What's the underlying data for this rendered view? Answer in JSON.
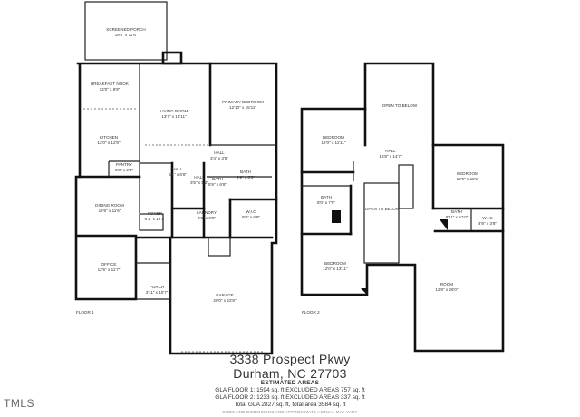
{
  "floor1": {
    "label": "FLOOR 1",
    "rooms": [
      {
        "key": "screened_porch",
        "name": "SCREENED PORCH",
        "dims": "19'6\" x 11'6\""
      },
      {
        "key": "breakfast_nook",
        "name": "BREAKFAST NOOK",
        "dims": "12'0\" x 8'9\""
      },
      {
        "key": "living_room",
        "name": "LIVING ROOM",
        "dims": "13'7\" x 18'11\""
      },
      {
        "key": "primary_bedroom",
        "name": "PRIMARY BEDROOM",
        "dims": "12'10\" x 15'11\""
      },
      {
        "key": "kitchen",
        "name": "KITCHEN",
        "dims": "12'0\" x 12'8\""
      },
      {
        "key": "hall_small",
        "name": "HALL",
        "dims": "3'4\" x 3'8\""
      },
      {
        "key": "pantry",
        "name": "PANTRY",
        "dims": "5'8\" x 2'3\""
      },
      {
        "key": "hall_center",
        "name": "HALL",
        "dims": "5'1\" x 6'6\""
      },
      {
        "key": "bath",
        "name": "BATH",
        "dims": "9'9\" x 5'5\""
      },
      {
        "key": "hall_lower",
        "name": "HALL",
        "dims": "3'5\" x 5'2\""
      },
      {
        "key": "bath_small",
        "name": "BATH",
        "dims": "5'9\" x 6'8\""
      },
      {
        "key": "dining_room",
        "name": "DINING ROOM",
        "dims": "12'6\" x 11'6\""
      },
      {
        "key": "foyer",
        "name": "FOYER",
        "dims": "6'1\" x 19'1\""
      },
      {
        "key": "laundry",
        "name": "LAUNDRY",
        "dims": "6'6\" x 8'5\""
      },
      {
        "key": "wic",
        "name": "W.I.C",
        "dims": "9'9\" x 6'9\""
      },
      {
        "key": "office",
        "name": "OFFICE",
        "dims": "12'6\" x 11'7\""
      },
      {
        "key": "porch",
        "name": "PORCH",
        "dims": "3'11\" x 10'7\""
      },
      {
        "key": "garage",
        "name": "GARAGE",
        "dims": "20'0\" x 22'8\""
      }
    ]
  },
  "floor2": {
    "label": "FLOOR 2",
    "rooms": [
      {
        "key": "open_below_top",
        "name": "OPEN TO BELOW",
        "dims": ""
      },
      {
        "key": "bedroom_a",
        "name": "BEDROOM",
        "dims": "12'0\" x 11'11\""
      },
      {
        "key": "hall",
        "name": "HALL",
        "dims": "16'8\" x 14'7\""
      },
      {
        "key": "bedroom_b",
        "name": "BEDROOM",
        "dims": "12'9\" x 11'5\""
      },
      {
        "key": "bath",
        "name": "BATH",
        "dims": "8'0\" x 7'6\""
      },
      {
        "key": "open_below_mid",
        "name": "OPEN TO BELOW",
        "dims": ""
      },
      {
        "key": "bath_b",
        "name": "BATH",
        "dims": "8'11\" x 5'10\""
      },
      {
        "key": "wic",
        "name": "W.I.C",
        "dims": "4'9\" x 3'8\""
      },
      {
        "key": "bedroom_c",
        "name": "BEDROOM",
        "dims": "12'0\" x 13'11\""
      },
      {
        "key": "room",
        "name": "ROOM",
        "dims": "12'8\" x 28'0\""
      }
    ]
  },
  "address": {
    "line1": "3338 Prospect Pkwy",
    "line2": "Durham, NC  27703"
  },
  "estimated": {
    "title": "ESTIMATED AREAS",
    "line1": "GLA FLOOR 1: 1594 sq. ft EXCLUDED AREAS 757 sq. ft",
    "line2": "GLA FLOOR 2: 1233 sq. ft EXCLUDED AREAS 337 sq. ft",
    "line3": "Total GLA 2827 sq. ft, total area 3584 sq. ft"
  },
  "disclaimer": "SIZES AND DIMENSIONS ARE APPROXIMATE ACTUAL MAY VARY",
  "watermark": "TMLS"
}
